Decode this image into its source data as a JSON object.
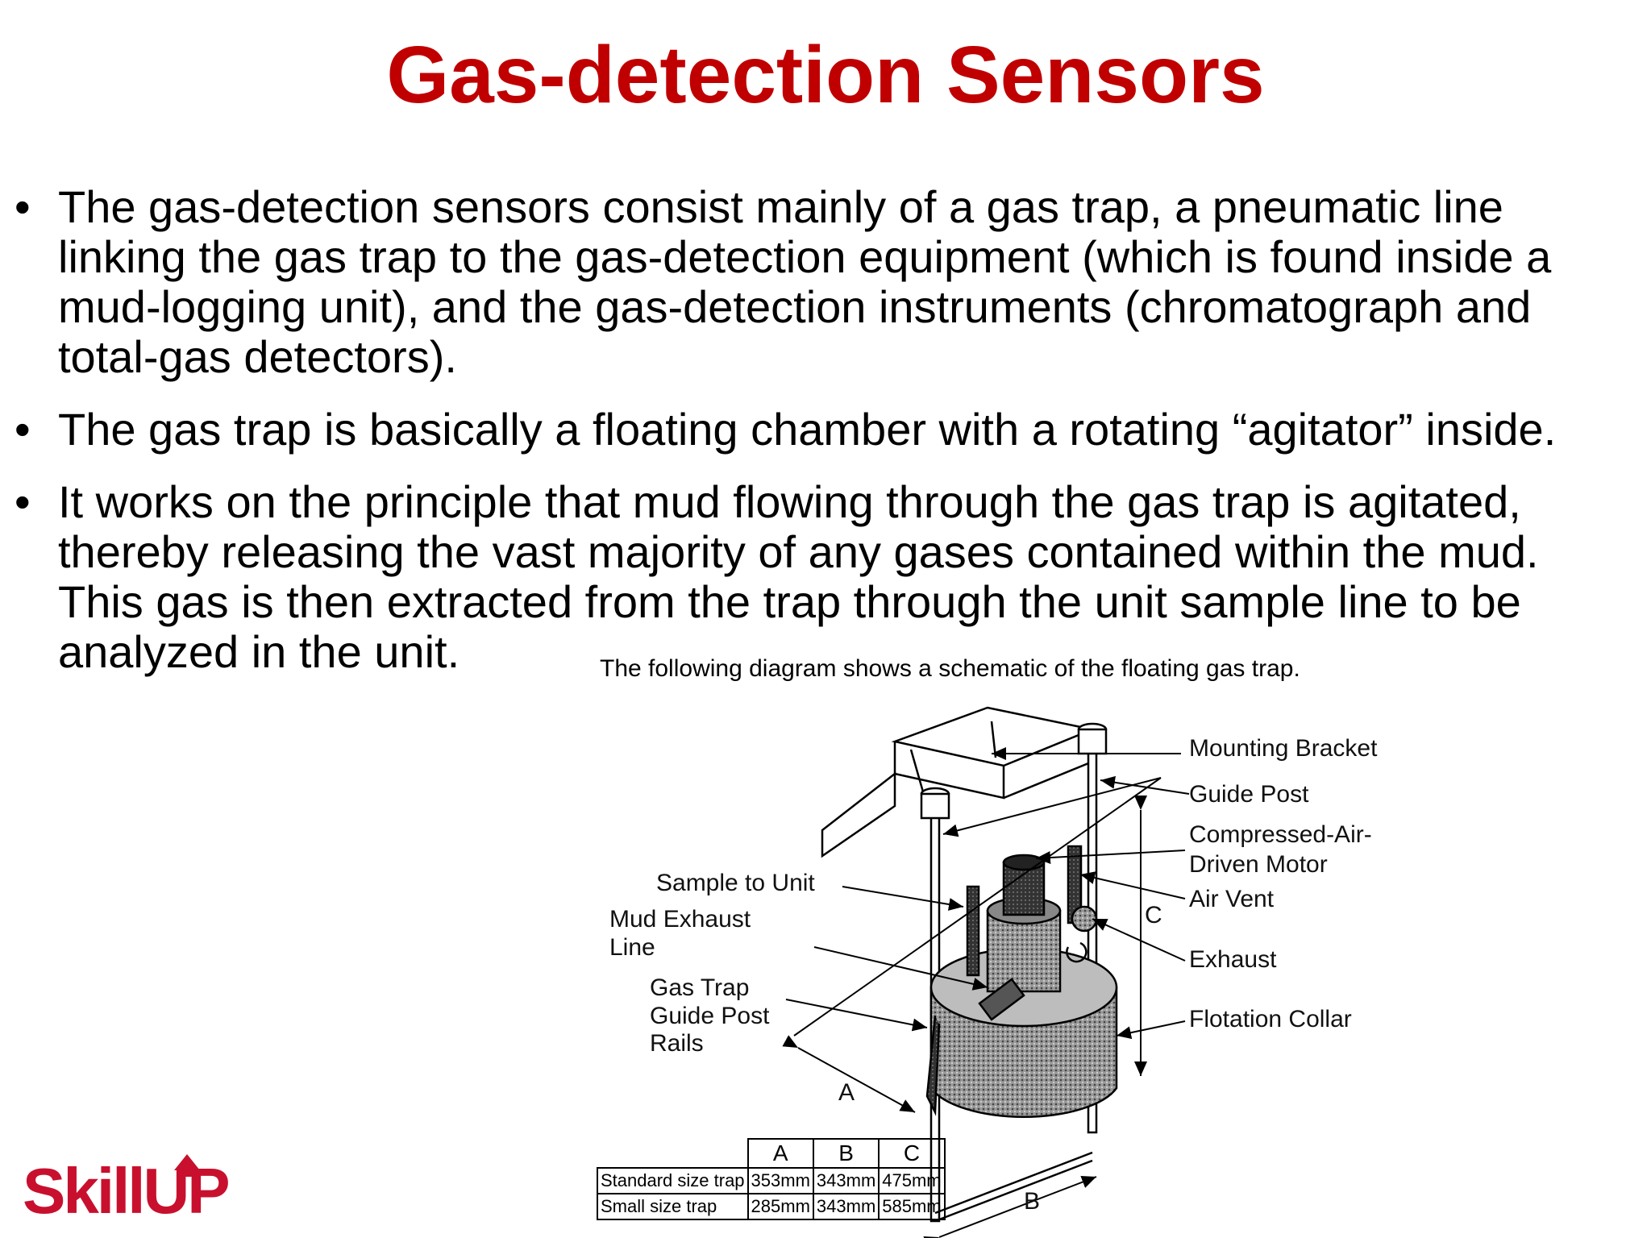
{
  "slide": {
    "title": "Gas-detection Sensors",
    "bullets": [
      "The gas-detection sensors consist mainly of a gas trap, a pneumatic line linking the gas trap to the gas-detection equipment (which is found inside a mud-logging unit), and the gas-detection instruments (chromatograph and total-gas detectors).",
      "The gas trap is basically a floating chamber with a rotating “agitator” inside.",
      "It works on the principle that mud flowing through the gas trap is agitated, thereby releasing the vast majority of any gases contained within the mud. This gas is then extracted from the trap through the unit sample line to be analyzed in the unit."
    ],
    "bullet_char": "•",
    "accent_color": "#c00000"
  },
  "figure": {
    "caption": "The following diagram shows a schematic of the floating gas trap.",
    "labels": {
      "mounting_bracket": "Mounting Bracket",
      "guide_post": "Guide Post",
      "motor_line1": "Compressed-Air-",
      "motor_line2": "Driven Motor",
      "air_vent": "Air Vent",
      "exhaust": "Exhaust",
      "flotation_collar": "Flotation Collar",
      "sample_to_unit": "Sample to Unit",
      "mud_exhaust_line1": "Mud Exhaust",
      "mud_exhaust_line2": "Line",
      "rails_line1": "Gas Trap",
      "rails_line2": "Guide Post",
      "rails_line3": "Rails"
    },
    "dimensions": {
      "a": "A",
      "b": "B",
      "c": "C"
    },
    "table": {
      "headers": [
        "A",
        "B",
        "C"
      ],
      "rows": [
        {
          "label": "Standard size trap",
          "values": [
            "353mm",
            "343mm",
            "475mm"
          ]
        },
        {
          "label": "Small size trap",
          "values": [
            "285mm",
            "343mm",
            "585mm"
          ]
        }
      ]
    }
  },
  "logo": {
    "text": "SkillUP",
    "color": "#c8102e"
  }
}
